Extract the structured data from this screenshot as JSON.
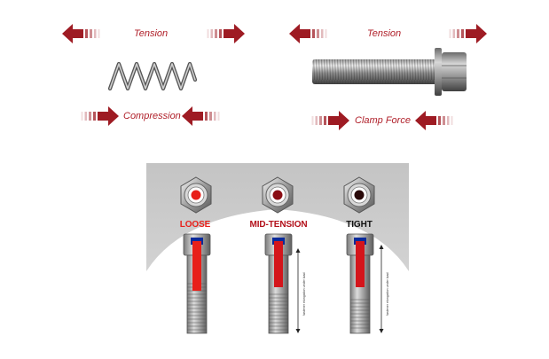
{
  "spring_diagram": {
    "top_label": "Tension",
    "bottom_label": "Compression"
  },
  "bolt_diagram": {
    "top_label": "Tension",
    "bottom_label": "Clamp Force"
  },
  "bolt_states": [
    {
      "label": "LOOSE",
      "label_color": "#e8201a",
      "center_color": "#e8201a",
      "side_text": ""
    },
    {
      "label": "MID-TENSION",
      "label_color": "#b3101a",
      "center_color": "#8a0d14",
      "side_text": "fastener elongation under load"
    },
    {
      "label": "TIGHT",
      "label_color": "#111111",
      "center_color": "#2a0a0a",
      "side_text": "fastener elongation under load"
    }
  ],
  "colors": {
    "arrow_red": "#9e1b23",
    "insert_red": "#e8201a"
  }
}
